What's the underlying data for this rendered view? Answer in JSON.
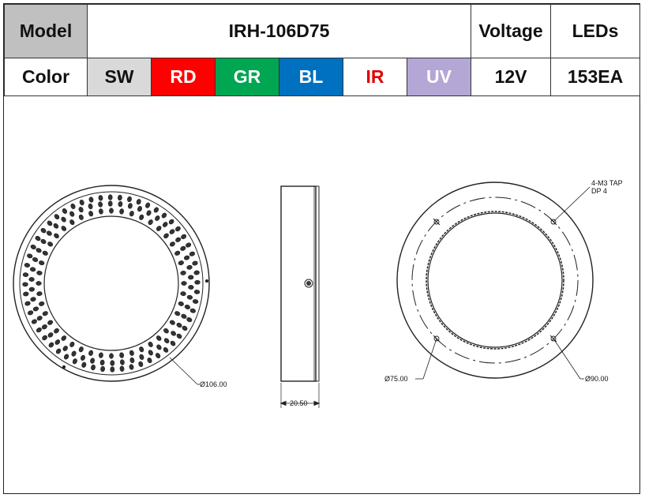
{
  "spec": {
    "model_label": "Model",
    "model_value": "IRH-106D75",
    "voltage_label": "Voltage",
    "leds_label": "LEDs",
    "color_label": "Color",
    "colors": [
      {
        "label": "SW",
        "bg": "#d9d9d9",
        "fg": "#111111"
      },
      {
        "label": "RD",
        "bg": "#ff0000",
        "fg": "#ffffff"
      },
      {
        "label": "GR",
        "bg": "#00a651",
        "fg": "#ffffff"
      },
      {
        "label": "BL",
        "bg": "#0070c0",
        "fg": "#ffffff"
      },
      {
        "label": "IR",
        "bg": "#ffffff",
        "fg": "#e00000"
      },
      {
        "label": "UV",
        "bg": "#b4a7d6",
        "fg": "#ffffff"
      }
    ],
    "voltage_value": "12V",
    "leds_value": "153EA"
  },
  "drawing": {
    "front_view": {
      "outer_diameter_label": "Ø106.00"
    },
    "side_view": {
      "thickness_label": "20.50"
    },
    "back_view": {
      "tap_label_line1": "4-M3 TAP",
      "tap_label_line2": "DP 4",
      "inner_diameter_label": "Ø75.00",
      "bolt_circle_label": "Ø90.00"
    }
  }
}
